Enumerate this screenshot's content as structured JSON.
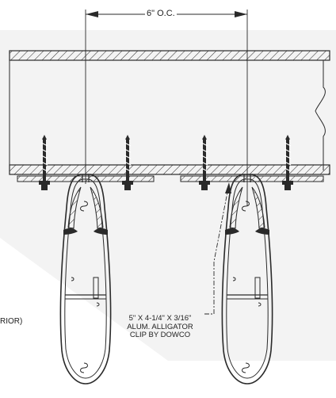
{
  "dimension": {
    "spacing_label": "6\" O.C."
  },
  "callout": {
    "clip_lines": [
      "5\" X 4-1/4\" X 3/16\"",
      "ALUM. ALLIGATOR",
      "CLIP BY DOWCO"
    ]
  },
  "partial_label": "RIOR)",
  "colors": {
    "line": "#2a2a2a",
    "watermark": "#f3f3f3",
    "text": "#1e1e1e"
  }
}
